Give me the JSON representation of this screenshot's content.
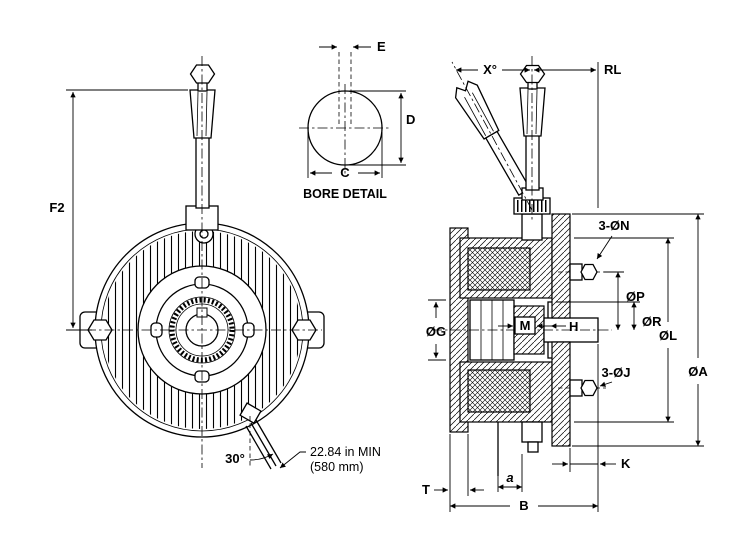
{
  "drawing": {
    "front_view": {
      "f2_label": "F2",
      "wire_angle_label": "30°",
      "wire_min_line1": "22.84 in MIN",
      "wire_min_line2": "(580 mm)"
    },
    "bore_detail": {
      "title": "BORE DETAIL",
      "e_label": "E",
      "d_label": "D",
      "c_label": "C"
    },
    "section_view": {
      "x_angle_label": "X°",
      "rl_label": "RL",
      "holes_top_label": "3-ØN",
      "p_label": "ØP",
      "r_label": "ØR",
      "l_label": "ØL",
      "a_outer_label": "ØA",
      "g_label": "ØG",
      "m_label": "M",
      "h_label": "H",
      "holes_bottom_label": "3-ØJ",
      "k_label": "K",
      "t_label": "T",
      "a_label": "a",
      "b_label": "B"
    }
  }
}
